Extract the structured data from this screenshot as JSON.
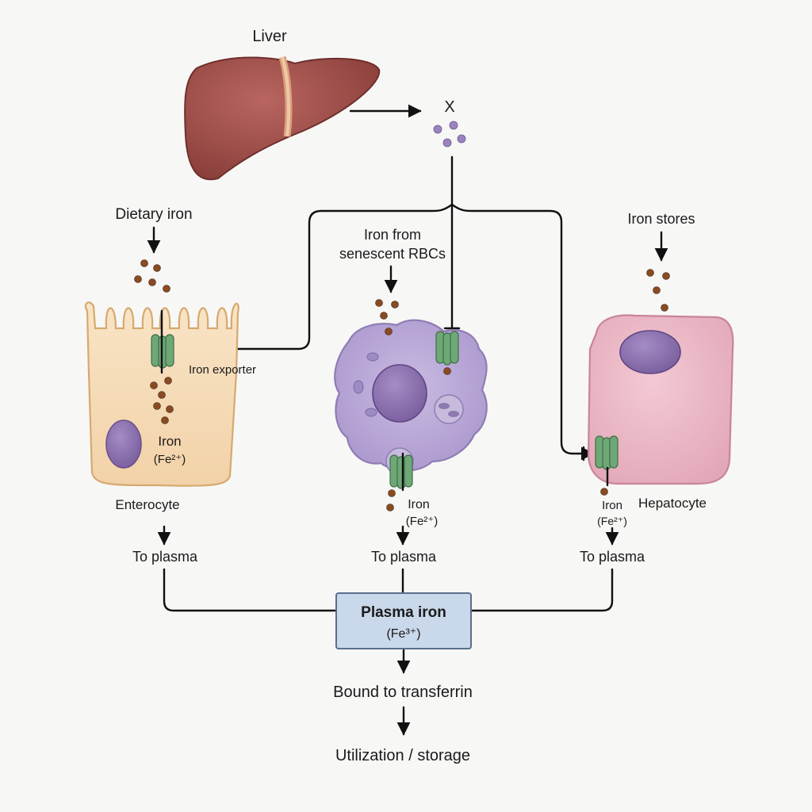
{
  "labels": {
    "liver": "Liver",
    "x_factor": "X",
    "dietary_iron": "Dietary iron",
    "iron_from_rbcs_line1": "Iron from",
    "iron_from_rbcs_line2": "senescent RBCs",
    "iron_stores": "Iron stores",
    "iron_exporter": "Iron exporter",
    "enterocyte_iron": "Iron",
    "enterocyte_iron_ion": "(Fe²⁺)",
    "macrophage_iron": "Iron",
    "macrophage_iron_ion": "(Fe²⁺)",
    "hepatocyte_iron": "Iron",
    "hepatocyte_iron_ion": "(Fe²⁺)",
    "enterocyte": "Enterocyte",
    "hepatocyte": "Hepatocyte",
    "to_plasma_left": "To plasma",
    "to_plasma_center": "To plasma",
    "to_plasma_right": "To plasma",
    "plasma_iron": "Plasma iron",
    "plasma_iron_ion": "(Fe³⁺)",
    "bound_to_transferrin": "Bound to transferrin",
    "utilization_storage": "Utilization / storage"
  },
  "colors": {
    "liver": "#9a4a44",
    "enterocyte": "#f6dcb8",
    "macrophage": "#b4a3d2",
    "hepatocyte": "#eab3c2",
    "nucleus": "#8b6fae",
    "exporter": "#6fa877",
    "iron_particle": "#8a4a22",
    "hormone_particle": "#9b83c0",
    "plasma_box": "#c9d8ea"
  }
}
